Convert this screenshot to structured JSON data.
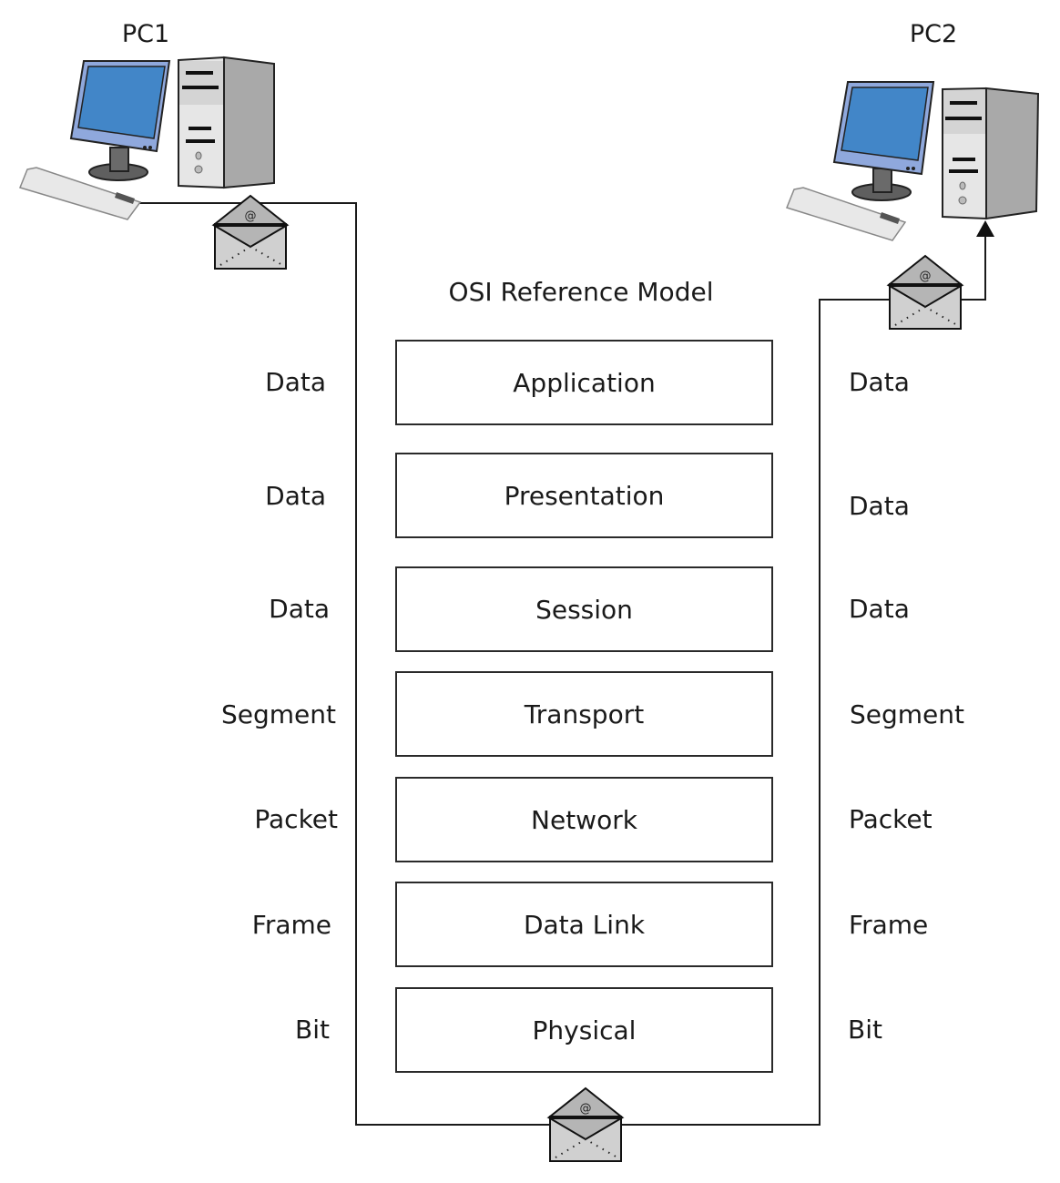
{
  "diagram": {
    "title": "OSI Reference Model",
    "sender": {
      "label": "PC1"
    },
    "receiver": {
      "label": "PC2"
    },
    "envelope_symbol": "@",
    "layers": [
      {
        "name": "Application",
        "left_pdu": "Data",
        "right_pdu": "Data"
      },
      {
        "name": "Presentation",
        "left_pdu": "Data",
        "right_pdu": "Data"
      },
      {
        "name": "Session",
        "left_pdu": "Data",
        "right_pdu": "Data"
      },
      {
        "name": "Transport",
        "left_pdu": "Segment",
        "right_pdu": "Segment"
      },
      {
        "name": "Network",
        "left_pdu": "Packet",
        "right_pdu": "Packet"
      },
      {
        "name": "Data Link",
        "left_pdu": "Frame",
        "right_pdu": "Frame"
      },
      {
        "name": "Physical",
        "left_pdu": "Bit",
        "right_pdu": "Bit"
      }
    ],
    "colors": {
      "screen": "#4286c8",
      "monitor_bezel": "#8fa8dc",
      "tower_front": "#e6e6e6",
      "tower_side": "#a9a9a9",
      "envelope": "#d0d0d0",
      "envelope_flap": "#b5b5b5",
      "line": "#1a1a1a"
    }
  }
}
